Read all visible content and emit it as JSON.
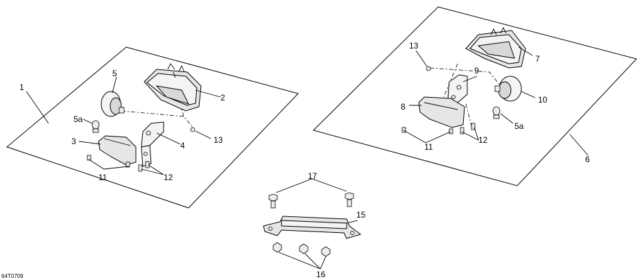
{
  "figure_code": "64T0709",
  "callouts": {
    "l1": "1",
    "l2": "2",
    "l3": "3",
    "l4": "4",
    "l5": "5",
    "l5a": "5a",
    "l11": "11",
    "l12": "12",
    "l13": "13",
    "r6": "6",
    "r7": "7",
    "r8": "8",
    "r9": "9",
    "r10": "10",
    "r5a": "5a",
    "r11": "11",
    "r12": "12",
    "r13": "13",
    "b15": "15",
    "b16": "16",
    "b17": "17"
  }
}
